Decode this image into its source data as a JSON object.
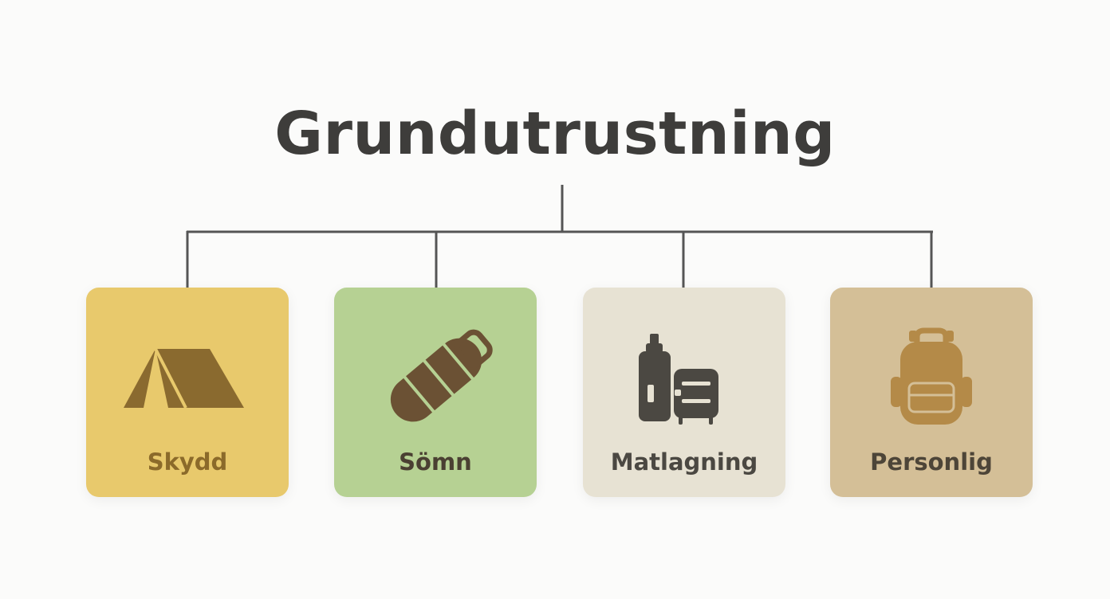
{
  "diagram": {
    "title": "Grundutrustning",
    "categories": [
      {
        "id": "skydd",
        "label": "Skydd",
        "icon": "tent-icon",
        "bg_color": "#e8c96c",
        "icon_color": "#8a6a2f"
      },
      {
        "id": "somn",
        "label": "Sömn",
        "icon": "sleeping-bag-icon",
        "bg_color": "#b6d193",
        "icon_color": "#6b5134"
      },
      {
        "id": "matlagning",
        "label": "Matlagning",
        "icon": "stove-bottle-icon",
        "bg_color": "#e7e2d3",
        "icon_color": "#4b4842"
      },
      {
        "id": "personlig",
        "label": "Personlig",
        "icon": "backpack-icon",
        "bg_color": "#d4bf97",
        "icon_color": "#b48a48"
      }
    ],
    "connector_color": "#555555"
  }
}
